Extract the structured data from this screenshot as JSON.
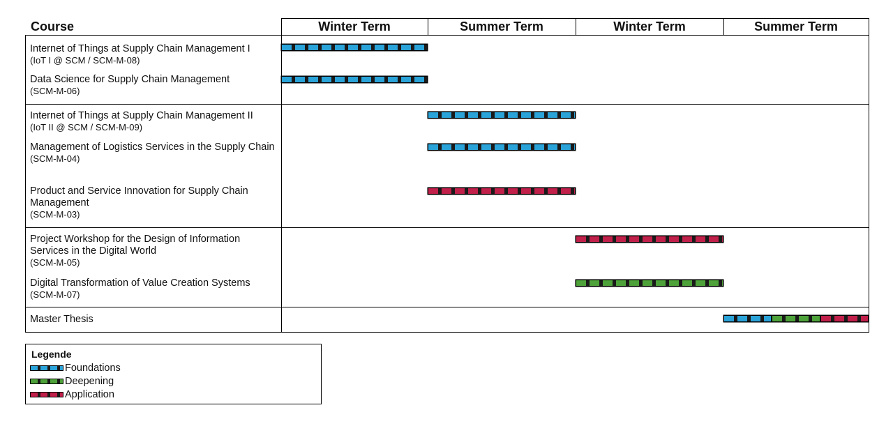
{
  "header": {
    "course": "Course",
    "terms": [
      "Winter Term",
      "Summer Term",
      "Winter Term",
      "Summer Term"
    ]
  },
  "colors": {
    "foundations": "#2aa3d8",
    "deepening": "#4ea23a",
    "application": "#c0204a"
  },
  "courses": [
    {
      "title": "Internet of Things at Supply Chain Management I",
      "code": "(IoT I @ SCM  / SCM-M-08)",
      "bars": [
        {
          "term": 1,
          "category": "foundations"
        }
      ]
    },
    {
      "title": "Data Science for Supply Chain Management",
      "code": "(SCM-M-06)",
      "bars": [
        {
          "term": 1,
          "category": "foundations"
        }
      ]
    },
    {
      "title": "Internet of Things at Supply Chain Management II",
      "code": "(IoT II @ SCM  / SCM-M-09)",
      "bars": [
        {
          "term": 2,
          "category": "foundations"
        }
      ]
    },
    {
      "title": "Management of Logistics Services in the Supply Chain",
      "code": "(SCM-M-04)",
      "bars": [
        {
          "term": 2,
          "category": "foundations"
        }
      ]
    },
    {
      "title": "Product and Service Innovation for Supply Chain Management",
      "code": "(SCM-M-03)",
      "bars": [
        {
          "term": 2,
          "category": "application"
        }
      ]
    },
    {
      "title": "Project Workshop for the Design of Information Services in the Digital World",
      "code": "(SCM-M-05)",
      "bars": [
        {
          "term": 3,
          "category": "application"
        }
      ]
    },
    {
      "title": "Digital Transformation of Value Creation Systems",
      "code": "(SCM-M-07)",
      "bars": [
        {
          "term": 3,
          "category": "deepening"
        }
      ]
    },
    {
      "title": "Master Thesis",
      "code": "",
      "bars": [
        {
          "term": 4,
          "category": "foundations"
        },
        {
          "term": 4,
          "category": "deepening"
        },
        {
          "term": 4,
          "category": "application"
        }
      ]
    }
  ],
  "legend": {
    "title": "Legende",
    "items": [
      {
        "label": "Foundations",
        "category": "foundations"
      },
      {
        "label": "Deepening",
        "category": "deepening"
      },
      {
        "label": "Application",
        "category": "application"
      }
    ]
  }
}
